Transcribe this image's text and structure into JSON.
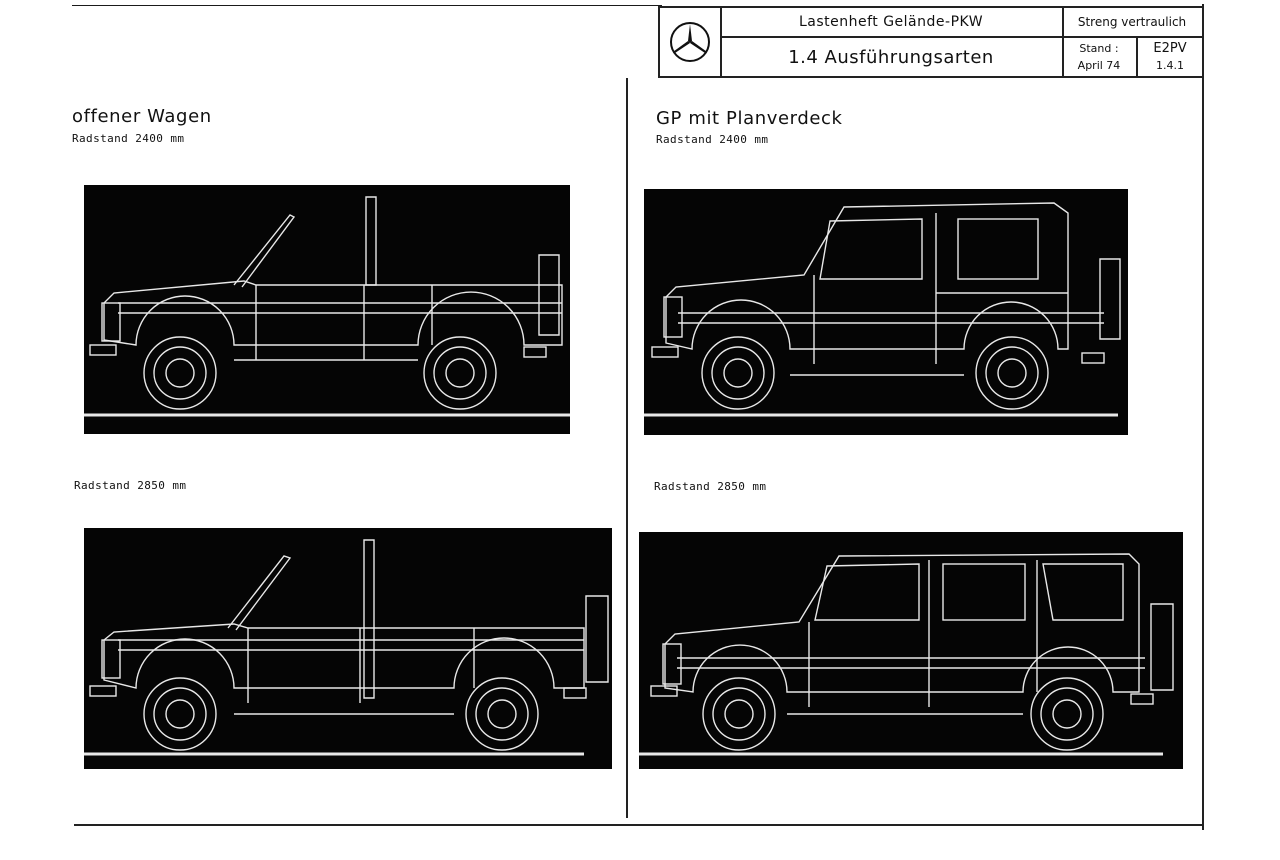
{
  "title_block": {
    "project_title": "Lastenheft Gelände-PKW",
    "section_title": "1.4 Ausführungsarten",
    "confidentiality": "Streng vertraulich",
    "stand_label": "Stand :",
    "stand_date": "April 74",
    "doc_code": "E2PV",
    "doc_page": "1.4.1",
    "logo_icon": "three-pointed-star-icon"
  },
  "left_column": {
    "heading": "offener Wagen",
    "variants": [
      {
        "wheelbase_label": "Radstand 2400 mm",
        "body": "open",
        "wheelbase_mm": 2400
      },
      {
        "wheelbase_label": "Radstand 2850 mm",
        "body": "open",
        "wheelbase_mm": 2850
      }
    ]
  },
  "right_column": {
    "heading": "GP mit Planverdeck",
    "variants": [
      {
        "wheelbase_label": "Radstand 2400 mm",
        "body": "soft-top",
        "wheelbase_mm": 2400
      },
      {
        "wheelbase_label": "Radstand 2850 mm",
        "body": "soft-top",
        "wheelbase_mm": 2850
      }
    ]
  },
  "colors": {
    "panel_bg": "#050505",
    "linework": "#e8e8e8",
    "ink": "#111111"
  }
}
